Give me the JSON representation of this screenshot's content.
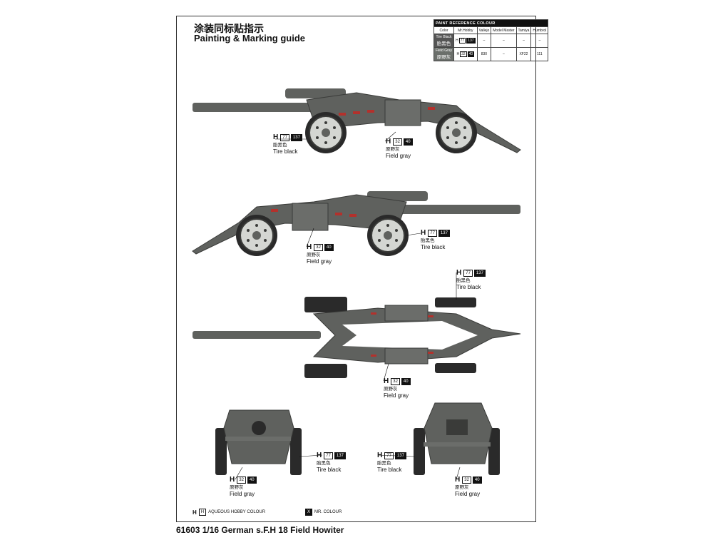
{
  "header": {
    "title_zh": "涂装同标贴指示",
    "title_en": "Painting & Marking guide"
  },
  "paint_table": {
    "heading": "PAINT REFERENCE COLOUR",
    "columns": [
      "Color",
      "Mr.Hobby",
      "Vallejo",
      "Model Master",
      "Tamiya",
      "Humbrol"
    ],
    "rows": [
      {
        "color_en": "Tire Black",
        "color_zh": "胎黑色",
        "h1": "77",
        "h2": "137",
        "vallejo": "–",
        "model_master": "–",
        "tamiya": "–",
        "humbrol": "–"
      },
      {
        "color_en": "Field Gray",
        "color_zh": "原野灰",
        "h1": "32",
        "h2": "40",
        "vallejo": "830",
        "model_master": "–",
        "tamiya": "XF22",
        "humbrol": "111"
      }
    ]
  },
  "callouts": {
    "side1_tire": {
      "h": "H",
      "a": "77",
      "b": "137",
      "zh": "胎黑色",
      "en": "Tire black"
    },
    "side1_gray": {
      "h": "H",
      "a": "32",
      "b": "40",
      "zh": "原野灰",
      "en": "Field gray"
    },
    "side2_gray": {
      "h": "H",
      "a": "32",
      "b": "40",
      "zh": "原野灰",
      "en": "Field gray"
    },
    "side2_tire": {
      "h": "H",
      "a": "77",
      "b": "137",
      "zh": "胎黑色",
      "en": "Tire black"
    },
    "top_tire": {
      "h": "H",
      "a": "77",
      "b": "137",
      "zh": "胎黑色",
      "en": "Tire black"
    },
    "top_gray": {
      "h": "H",
      "a": "32",
      "b": "40",
      "zh": "原野灰",
      "en": "Field gray"
    },
    "front_tire": {
      "h": "H",
      "a": "77",
      "b": "137",
      "zh": "胎黑色",
      "en": "Tire black"
    },
    "front_gray": {
      "h": "H",
      "a": "32",
      "b": "40",
      "zh": "原野灰",
      "en": "Field gray"
    },
    "rear_tire": {
      "h": "H",
      "a": "77",
      "b": "137",
      "zh": "胎黑色",
      "en": "Tire black"
    },
    "rear_gray": {
      "h": "H",
      "a": "32",
      "b": "40",
      "zh": "原野灰",
      "en": "Field gray"
    }
  },
  "legend": {
    "aqueous_mark": "H",
    "aqueous_label": "AQUEOUS HOBBY COLOUR",
    "mr_mark": "X",
    "mr_label": "MR. COLOUR"
  },
  "footer": {
    "text": "61603 1/16 German s.F.H 18 Field Howiter"
  },
  "colors": {
    "gun_gray": "#5f615e",
    "gun_dark": "#3a3b39",
    "tire": "#2a2a2a",
    "stripe_red": "#b3312c"
  }
}
